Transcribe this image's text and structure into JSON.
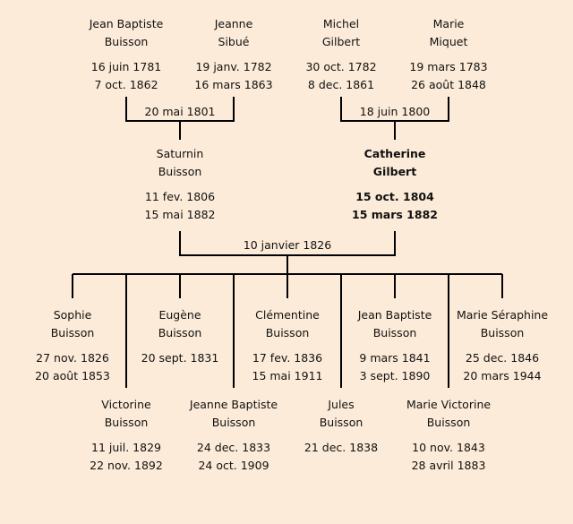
{
  "grandparents": [
    {
      "first": "Jean Baptiste",
      "last": "Buisson",
      "birth": "16 juin 1781",
      "death": "7 oct. 1862"
    },
    {
      "first": "Jeanne",
      "last": "Sibué",
      "birth": "19 janv. 1782",
      "death": "16 mars 1863"
    },
    {
      "first": "Michel",
      "last": "Gilbert",
      "birth": "30 oct. 1782",
      "death": "8 dec. 1861"
    },
    {
      "first": "Marie",
      "last": "Miquet",
      "birth": "19 mars 1783",
      "death": "26 août 1848"
    }
  ],
  "grandparent_marriages": [
    "20 mai 1801",
    "18 juin 1800"
  ],
  "parents": [
    {
      "first": "Saturnin",
      "last": "Buisson",
      "birth": "11 fev. 1806",
      "death": "15 mai 1882"
    },
    {
      "first": "Catherine",
      "last": "Gilbert",
      "birth": "15 oct. 1804",
      "death": "15 mars 1882",
      "highlighted": true
    }
  ],
  "parent_marriage": "10 janvier 1826",
  "children": [
    {
      "first": "Sophie",
      "last": "Buisson",
      "birth": "27 nov. 1826",
      "death": "20 août 1853"
    },
    {
      "first": "Victorine",
      "last": "Buisson",
      "birth": "11 juil. 1829",
      "death": "22 nov. 1892"
    },
    {
      "first": "Eugène",
      "last": "Buisson",
      "birth": "20 sept. 1831",
      "death": ""
    },
    {
      "first": "Jeanne Baptiste",
      "last": "Buisson",
      "birth": "24 dec. 1833",
      "death": "24 oct. 1909"
    },
    {
      "first": "Clémentine",
      "last": "Buisson",
      "birth": "17 fev. 1836",
      "death": "15 mai 1911"
    },
    {
      "first": "Jules",
      "last": "Buisson",
      "birth": "21 dec. 1838",
      "death": ""
    },
    {
      "first": "Jean Baptiste",
      "last": "Buisson",
      "birth": "9 mars 1841",
      "death": "3 sept. 1890"
    },
    {
      "first": "Marie Victorine",
      "last": "Buisson",
      "birth": "10 nov. 1843",
      "death": "28 avril 1883"
    },
    {
      "first": "Marie Séraphine",
      "last": "Buisson",
      "birth": "25 dec. 1846",
      "death": "20 mars 1944"
    }
  ]
}
